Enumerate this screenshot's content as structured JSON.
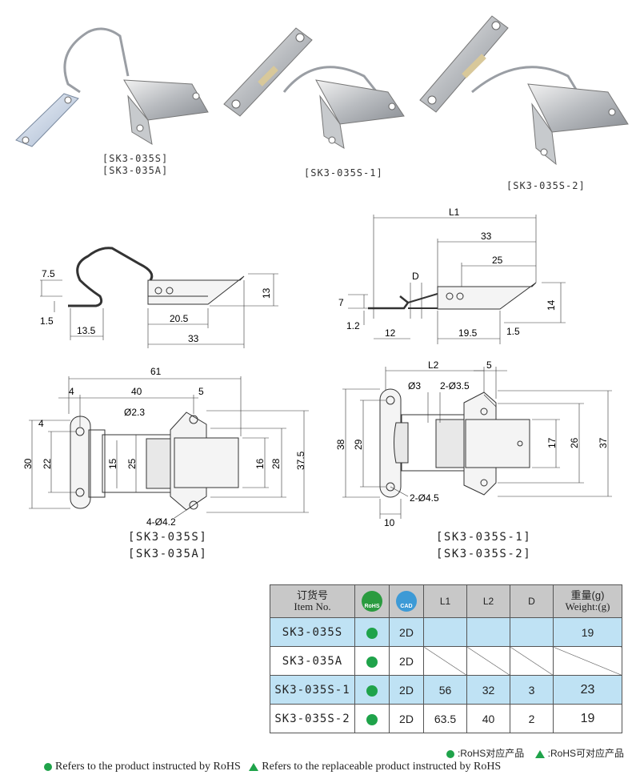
{
  "photos": [
    {
      "captions": [
        "[SK3-035S]",
        "[SK3-035A]"
      ]
    },
    {
      "captions": [
        "[SK3-035S-1]"
      ]
    },
    {
      "captions": [
        "[SK3-035S-2]"
      ]
    }
  ],
  "drawings": {
    "side_a": {
      "dims": [
        "7.5",
        "1.5",
        "13.5",
        "20.5",
        "33",
        "13"
      ]
    },
    "side_b": {
      "dims": [
        "L1",
        "33",
        "25",
        "D",
        "7",
        "1.2",
        "12",
        "19.5",
        "1.5",
        "14"
      ]
    },
    "top_a": {
      "dims": [
        "61",
        "4",
        "40",
        "5",
        "Ø2.3",
        "4",
        "30",
        "22",
        "15",
        "25",
        "16",
        "28",
        "37.5",
        "4-Ø4.2"
      ],
      "captions": [
        "[SK3-035S]",
        "[SK3-035A]"
      ]
    },
    "top_b": {
      "dims": [
        "L2",
        "5",
        "Ø3",
        "2-Ø3.5",
        "38",
        "29",
        "17",
        "26",
        "37",
        "2-Ø4.5",
        "10"
      ],
      "captions": [
        "[SK3-035S-1]",
        "[SK3-035S-2]"
      ]
    }
  },
  "table": {
    "headers": {
      "item_cn": "订货号",
      "item_en": "Item No.",
      "rohs": "RoHS",
      "cad": "CAD",
      "l1": "L1",
      "l2": "L2",
      "d": "D",
      "weight_cn": "重量(g)",
      "weight_en": "Weight:(g)"
    },
    "rows": [
      {
        "item": "SK3-035S",
        "cad": "2D",
        "l1": "",
        "l2": "",
        "d": "",
        "weight": "19"
      },
      {
        "item": "SK3-035A",
        "cad": "2D",
        "l1": "",
        "l2": "",
        "d": "",
        "weight": ""
      },
      {
        "item": "SK3-035S-1",
        "cad": "2D",
        "l1": "56",
        "l2": "32",
        "d": "3",
        "weight": "23"
      },
      {
        "item": "SK3-035S-2",
        "cad": "2D",
        "l1": "63.5",
        "l2": "40",
        "d": "2",
        "weight": "19"
      }
    ]
  },
  "legend": {
    "rohs_cn": ":RoHS对应产品",
    "replace_cn": ":RoHS可对应产品",
    "rohs_en": "Refers to the product instructed by RoHS",
    "replace_en": "Refers to the replaceable product instructed by RoHS"
  },
  "colors": {
    "green": "#1fa34a",
    "blue_row": "#bfe2f4",
    "header_gray": "#c8c8c8"
  }
}
